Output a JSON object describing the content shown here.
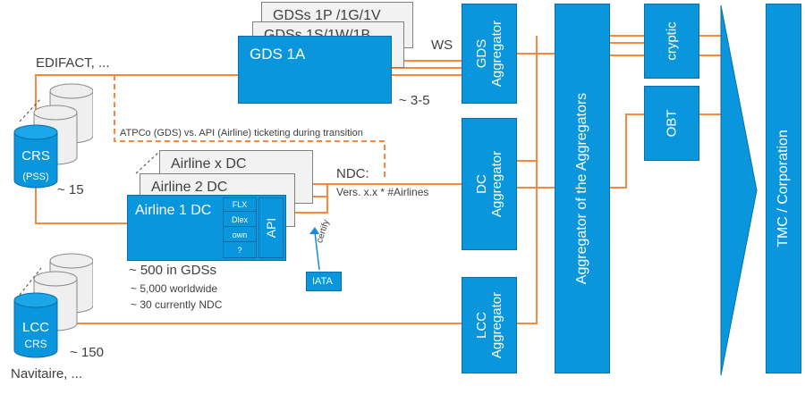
{
  "gds": {
    "back_box_1": "GDSs 1P /1G/1V",
    "back_box_2": "GDSs 1S/1W/1B",
    "front_box": "GDS 1A",
    "count": "~ 3-5",
    "edifact": "EDIFACT, ...",
    "ws": "WS"
  },
  "ticketing_note": "ATPCo (GDS) vs. API (Airline) ticketing during transition",
  "airlines": {
    "back_box_1": "Airline x DC",
    "back_box_2": "Airline 2 DC",
    "front_box": "Airline 1 DC",
    "functions": [
      "FLX",
      "Dlex",
      "own",
      "?"
    ],
    "api": "API",
    "ndc": "NDC:",
    "version": "Vers. x.x * #Airlines",
    "certify": "certify",
    "iata": "IATA",
    "stats": {
      "in_gds": "~ 500 in GDSs",
      "worldwide": "~ 5,000 worldwide",
      "ndc_count": "~ 30 currently NDC"
    }
  },
  "crs": {
    "name": "CRS",
    "sub": "(PSS)",
    "count": "~ 15"
  },
  "lcc": {
    "name": "LCC",
    "sub": "CRS",
    "count": "~ 150",
    "navitaire": "Navitaire, ..."
  },
  "aggregators": {
    "gds": "GDS\nAggregator",
    "dc": "DC\nAggregator",
    "lcc": "LCC\nAggregator",
    "meta": "Aggregator of the Aggregators"
  },
  "channels": {
    "cryptic": "cryptic",
    "obt": "OBT"
  },
  "tmc": "TMC / Corporation",
  "colors": {
    "box_blue": "#0a96dc",
    "line_orange": "#f58a3c",
    "line_blue": "#1a8ad4"
  }
}
